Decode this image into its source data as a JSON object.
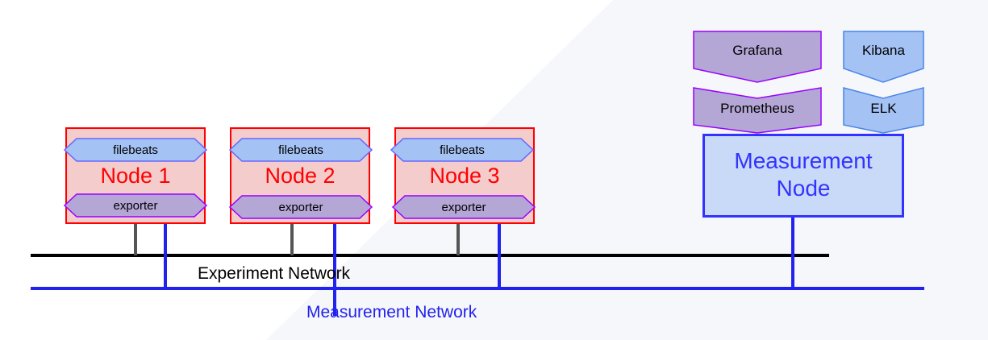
{
  "diagram": {
    "nodes": [
      {
        "title": "Node 1",
        "top_agent": "filebeats",
        "bottom_agent": "exporter"
      },
      {
        "title": "Node 2",
        "top_agent": "filebeats",
        "bottom_agent": "exporter"
      },
      {
        "title": "Node 3",
        "top_agent": "filebeats",
        "bottom_agent": "exporter"
      }
    ],
    "measurement_node": {
      "title_line1": "Measurement",
      "title_line2": "Node"
    },
    "stack": {
      "grafana": "Grafana",
      "prometheus": "Prometheus",
      "kibana": "Kibana",
      "elk": "ELK"
    },
    "networks": {
      "experiment": "Experiment Network",
      "measurement": "Measurement Network"
    },
    "colors": {
      "node_fill": "#f4cccc",
      "node_border": "#ff0000",
      "filebeats_fill": "#a4c2f4",
      "exporter_fill": "#b4a7d6",
      "agent_border": "#6666ff",
      "measurement_fill": "#c9daf8",
      "measurement_border": "#3333ff",
      "grafana_fill": "#b4a7d6",
      "grafana_border": "#9900ff",
      "kibana_fill": "#a4c2f4",
      "kibana_border": "#4a86e8",
      "experiment_line": "#000000",
      "measurement_line": "#2222ee",
      "connector_gray": "#555555"
    }
  }
}
